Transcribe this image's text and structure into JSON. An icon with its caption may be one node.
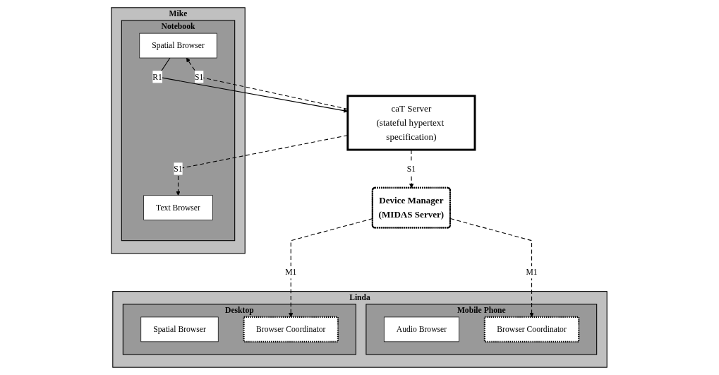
{
  "diagram": {
    "nodes": [
      {
        "text": [
          "Mike"
        ]
      },
      {
        "text": [
          "Notebook"
        ],
        "in": 0
      },
      {
        "text": [
          "Text Browser"
        ],
        "in": 1
      },
      {
        "text": [
          "Spatial Browser"
        ],
        "in": 1
      },
      {
        "text": [
          "Linda"
        ]
      },
      {
        "text": [
          "Mobile Phone"
        ],
        "in": 4
      },
      {
        "text": [
          "Audio Browser"
        ],
        "in": 5
      },
      {
        "text": [
          "Browser Coordinator"
        ],
        "in": 5
      },
      {
        "text": [
          "Desktop"
        ],
        "in": 4
      },
      {
        "text": [
          "Spatial Browser"
        ],
        "in": 8
      },
      {
        "text": [
          "Browser Coordinator"
        ],
        "in": 8
      },
      {
        "text": [
          "caT Server",
          "(stateful hypertext specification)"
        ]
      },
      {
        "text": [
          "Device Manager",
          "(MIDAS Server)"
        ]
      }
    ],
    "edges": [
      {
        "from": 11,
        "to": 2,
        "arrow": "to",
        "label": "S1",
        "style": "dashed"
      },
      {
        "from": 11,
        "to": 3,
        "arrow": "to",
        "label": "S1",
        "style": "dashed"
      },
      {
        "from": 3,
        "to": 11,
        "arrow": "to",
        "label": "R1"
      },
      {
        "from": 11,
        "to": 12,
        "arrow": "to",
        "label": "S1",
        "style": "dashed"
      },
      {
        "from": 12,
        "to": 7,
        "arrow": "to",
        "label": "M1",
        "style": "dashed"
      },
      {
        "from": 12,
        "to": 10,
        "arrow": "to",
        "label": "M1",
        "style": "dashed"
      }
    ]
  }
}
